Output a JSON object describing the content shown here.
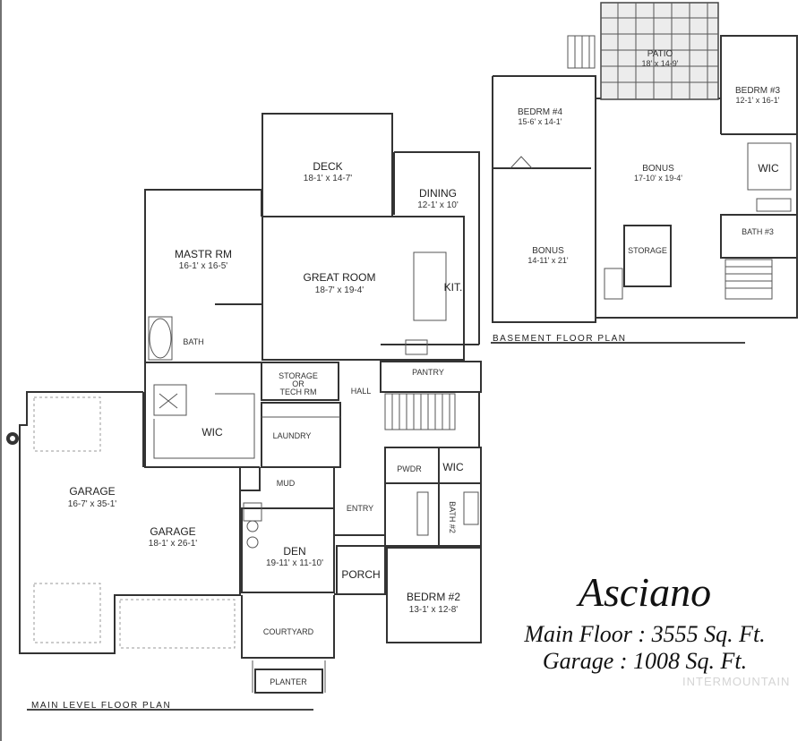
{
  "title": "Asciano",
  "main_floor": "Main Floor : 3555 Sq. Ft.",
  "garage_area": "Garage : 1008 Sq. Ft.",
  "watermark": "INTERMOUNTAIN",
  "plan_labels": {
    "main": "MAIN LEVEL FLOOR PLAN",
    "basement": "BASEMENT FLOOR PLAN"
  },
  "rooms": {
    "deck": {
      "name": "DECK",
      "dim": "18-1' x 14-7'"
    },
    "dining": {
      "name": "DINING",
      "dim": "12-1' x 10'"
    },
    "mastr": {
      "name": "MASTR RM",
      "dim": "16-1' x 16-5'"
    },
    "great": {
      "name": "GREAT ROOM",
      "dim": "18-7' x 19-4'"
    },
    "kit": {
      "name": "KIT."
    },
    "bath": {
      "name": "BATH"
    },
    "storage_line1": "STORAGE",
    "storage_line2": "OR",
    "storage_line3": "TECH RM",
    "hall": {
      "name": "HALL"
    },
    "pantry": {
      "name": "PANTRY"
    },
    "wic": {
      "name": "WIC"
    },
    "laundry": {
      "name": "LAUNDRY"
    },
    "garage1": {
      "name": "GARAGE",
      "dim": "16-7' x 35-1'"
    },
    "garage2": {
      "name": "GARAGE",
      "dim": "18-1' x 26-1'"
    },
    "mud": {
      "name": "MUD"
    },
    "pwdr": {
      "name": "PWDR"
    },
    "wic2": {
      "name": "WIC"
    },
    "entry": {
      "name": "ENTRY"
    },
    "bath2": {
      "name": "BATH #2"
    },
    "den": {
      "name": "DEN",
      "dim": "19-11' x 11-10'"
    },
    "porch": {
      "name": "PORCH"
    },
    "bedrm2": {
      "name": "BEDRM #2",
      "dim": "13-1' x 12-8'"
    },
    "courtyard": {
      "name": "COURTYARD"
    },
    "planter": {
      "name": "PLANTER"
    },
    "patio": {
      "name": "PATIO",
      "dim": "18' x 14-9'"
    },
    "bedrm4": {
      "name": "BEDRM #4",
      "dim": "15-6' x 14-1'"
    },
    "bedrm3": {
      "name": "BEDRM #3",
      "dim": "12-1' x 16-1'"
    },
    "bonus1": {
      "name": "BONUS",
      "dim": "17-10' x 19-4'"
    },
    "wic3": {
      "name": "WIC"
    },
    "bonus2": {
      "name": "BONUS",
      "dim": "14-11' x 21'"
    },
    "storage2": {
      "name": "STORAGE"
    },
    "bath3": {
      "name": "BATH #3"
    }
  }
}
